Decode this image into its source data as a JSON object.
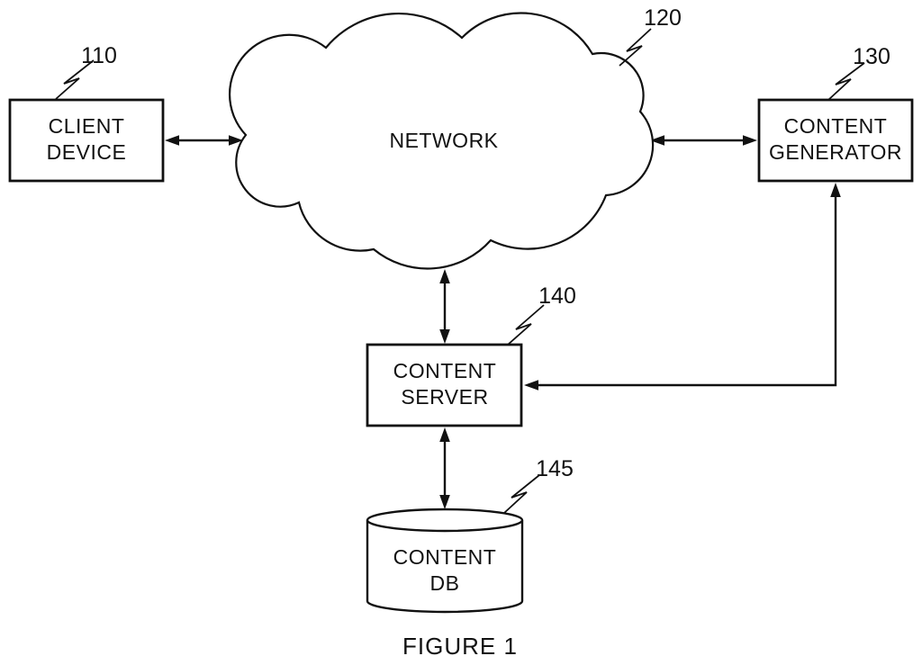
{
  "figure": {
    "caption": "FIGURE 1",
    "colors": {
      "line": "#111111",
      "background": "#ffffff"
    },
    "nodes": {
      "client_device": {
        "ref": "110",
        "line1": "CLIENT",
        "line2": "DEVICE"
      },
      "network": {
        "ref": "120",
        "label": "NETWORK"
      },
      "content_generator": {
        "ref": "130",
        "line1": "CONTENT",
        "line2": "GENERATOR"
      },
      "content_server": {
        "ref": "140",
        "line1": "CONTENT",
        "line2": "SERVER"
      },
      "content_db": {
        "ref": "145",
        "line1": "CONTENT",
        "line2": "DB"
      }
    },
    "connections": [
      {
        "from": "client_device",
        "to": "network",
        "type": "bidirectional"
      },
      {
        "from": "network",
        "to": "content_generator",
        "type": "bidirectional"
      },
      {
        "from": "network",
        "to": "content_server",
        "type": "bidirectional"
      },
      {
        "from": "content_server",
        "to": "content_db",
        "type": "bidirectional"
      },
      {
        "from": "content_server",
        "to": "content_generator",
        "type": "bidirectional"
      }
    ]
  }
}
